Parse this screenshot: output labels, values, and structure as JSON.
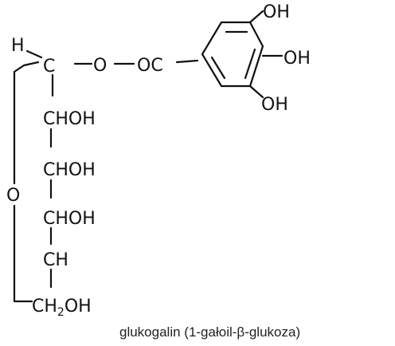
{
  "structure": {
    "h_label": "H",
    "c1": "C",
    "ester_o": "O",
    "ester_oc": "OC",
    "c2": "CHOH",
    "c3": "CHOH",
    "c4": "CHOH",
    "c5": "CH",
    "c6_main": "CH",
    "c6_sub": "2",
    "c6_oh": "OH",
    "ring_o": "O",
    "oh_top": "OH",
    "oh_mid": "OH",
    "oh_bot": "OH"
  },
  "caption": "glukogalin (1-gałoil-β-glukoza)"
}
